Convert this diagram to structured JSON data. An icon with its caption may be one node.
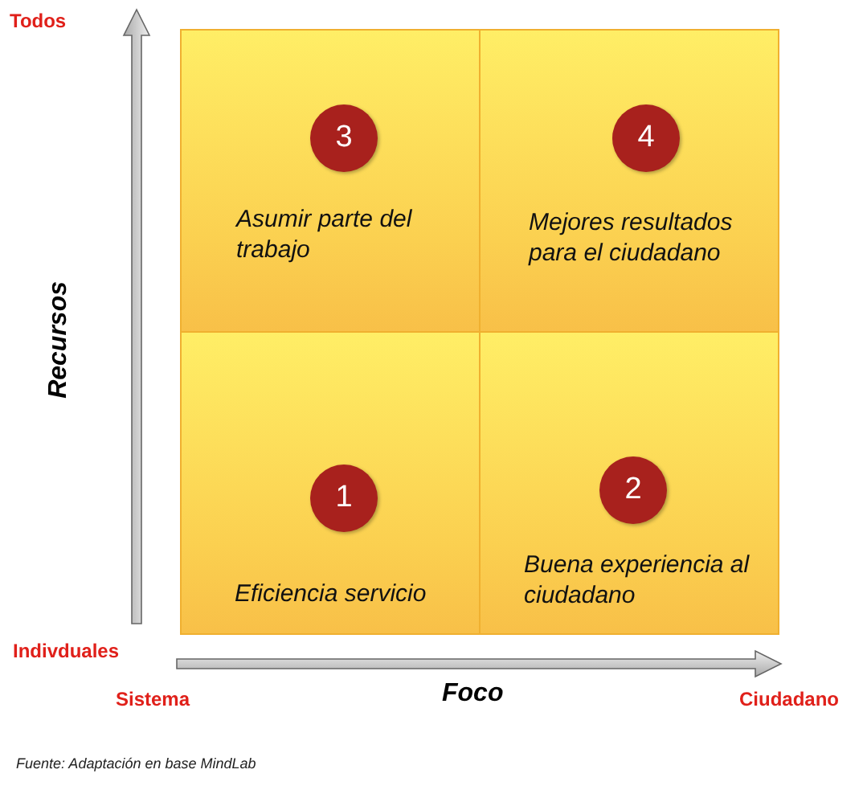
{
  "diagram": {
    "caption": "Fuente: Adaptación en base MindLab",
    "nodes": [
      {
        "text": [
          "Asumir parte del trabajo"
        ]
      },
      {
        "text": [
          "3"
        ],
        "in": 0
      },
      {
        "text": [
          "Mejores resultados para el ciudadano"
        ]
      },
      {
        "text": [
          "4"
        ],
        "in": 2
      },
      {
        "text": [
          "Eficiencia servicio"
        ]
      },
      {
        "text": [
          "1"
        ],
        "in": 4
      },
      {
        "text": [
          "Buena experiencia al ciudadano"
        ]
      },
      {
        "text": [
          "2"
        ],
        "in": 6
      }
    ],
    "labels": [
      "Todos",
      "Recursos",
      "Indivduales",
      "Sistema",
      "Foco",
      "Ciudadano"
    ]
  }
}
